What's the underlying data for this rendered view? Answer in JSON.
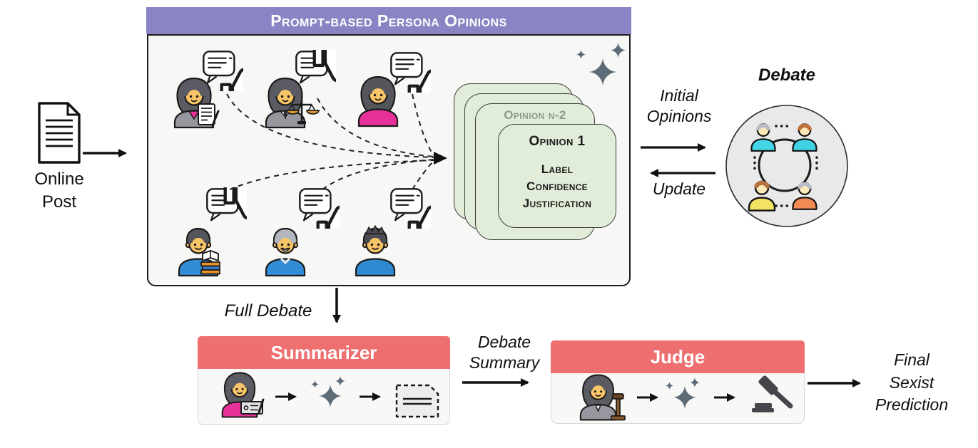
{
  "figure": {
    "type": "pipeline-diagram",
    "topic": "Multi-persona LLM debate pipeline for sexism detection"
  },
  "colors": {
    "panel_header_purple": "#8a84c4",
    "box_header_red": "#ee6f6f",
    "opinion_card_green": "#e1edd8",
    "panel_bg": "#f7f7f6",
    "debate_circle_bg": "#e9e9e9",
    "sparkle_slate": "#5d6b77",
    "ink": "#1b1b1b"
  },
  "input": {
    "icon": "document-icon",
    "label": "Online\nPost"
  },
  "persona_panel": {
    "title": "Prompt-based Persona Opinions",
    "sparkle_icon": "sparkles-icon",
    "personas": [
      {
        "name": "journalist-woman",
        "icon": "woman-with-notepad-icon",
        "vote": "thumbs-up"
      },
      {
        "name": "lawyer-woman",
        "icon": "woman-with-scales-icon",
        "vote": "thumbs-down"
      },
      {
        "name": "casual-woman",
        "icon": "woman-pink-top-icon",
        "vote": "thumbs-up"
      },
      {
        "name": "scholar-man",
        "icon": "man-with-books-icon",
        "vote": "thumbs-down"
      },
      {
        "name": "older-man",
        "icon": "older-man-mustache-icon",
        "vote": "thumbs-up"
      },
      {
        "name": "young-man",
        "icon": "young-man-icon",
        "vote": "thumbs-up"
      }
    ]
  },
  "opinion_cards": {
    "back_label": "Opinion n-2",
    "front_title": "Opinion 1",
    "fields": [
      "Label",
      "Confidence",
      "Justification"
    ]
  },
  "debate": {
    "title": "Debate",
    "icon": "group-discussion-icon"
  },
  "flow": {
    "initial_opinions": "Initial\nOpinions",
    "update": "Update",
    "full_debate": "Full Debate",
    "debate_summary": "Debate\nSummary",
    "final_prediction": "Final\nSexist\nPrediction"
  },
  "summarizer": {
    "title": "Summarizer",
    "icons": [
      "woman-with-tablet-icon",
      "sparkles-icon",
      "dashed-summary-document-icon"
    ]
  },
  "judge": {
    "title": "Judge",
    "icons": [
      "judge-woman-with-gavel-icon",
      "sparkles-icon",
      "gavel-icon"
    ]
  }
}
